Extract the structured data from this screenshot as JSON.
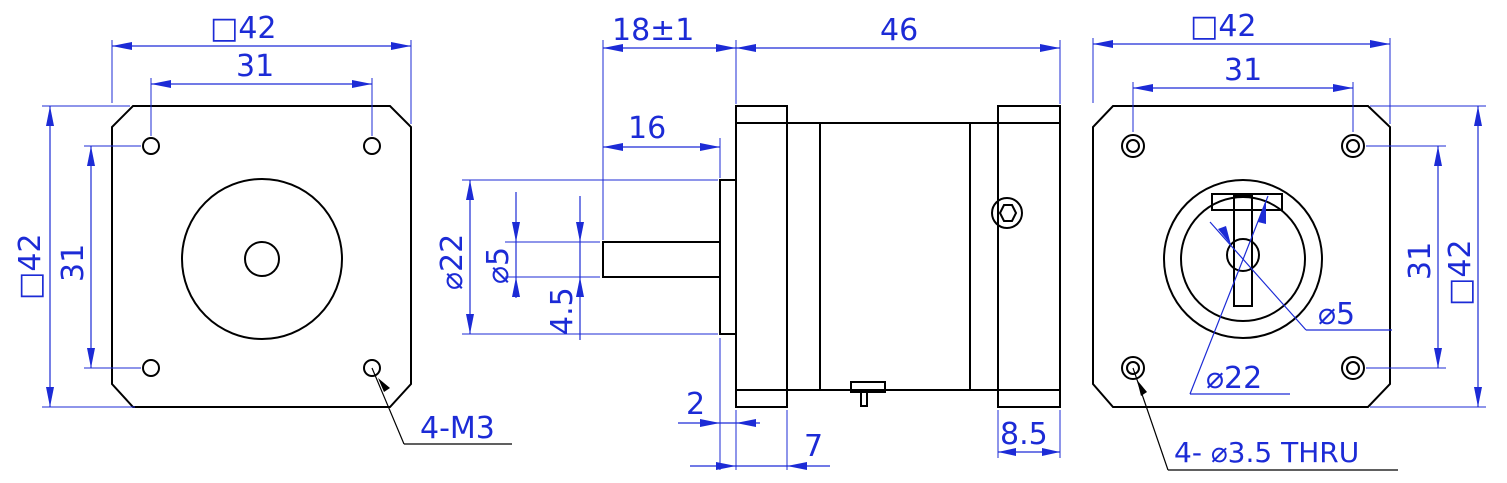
{
  "views": {
    "front": {
      "outer_square": "□42",
      "hole_spacing": "31",
      "side_square": "□42",
      "side_spacing": "31",
      "hole_callout": "4-M3"
    },
    "side": {
      "shaft_total": "18±1",
      "body_length": "46",
      "shaft_length": "16",
      "boss_dia": "⌀22",
      "shaft_dia": "⌀5",
      "flat_depth": "4.5",
      "boss_height": "2",
      "flange_thick": "7",
      "rear_cap": "8.5"
    },
    "rear": {
      "outer_square": "□42",
      "hole_spacing": "31",
      "side_spacing": "31",
      "side_square": "□42",
      "shaft_dia": "⌀5",
      "boss_dia": "⌀22",
      "hole_callout": "4- ⌀3.5 THRU"
    }
  },
  "colors": {
    "dimension": "#1c2bd6",
    "outline": "#000000"
  }
}
